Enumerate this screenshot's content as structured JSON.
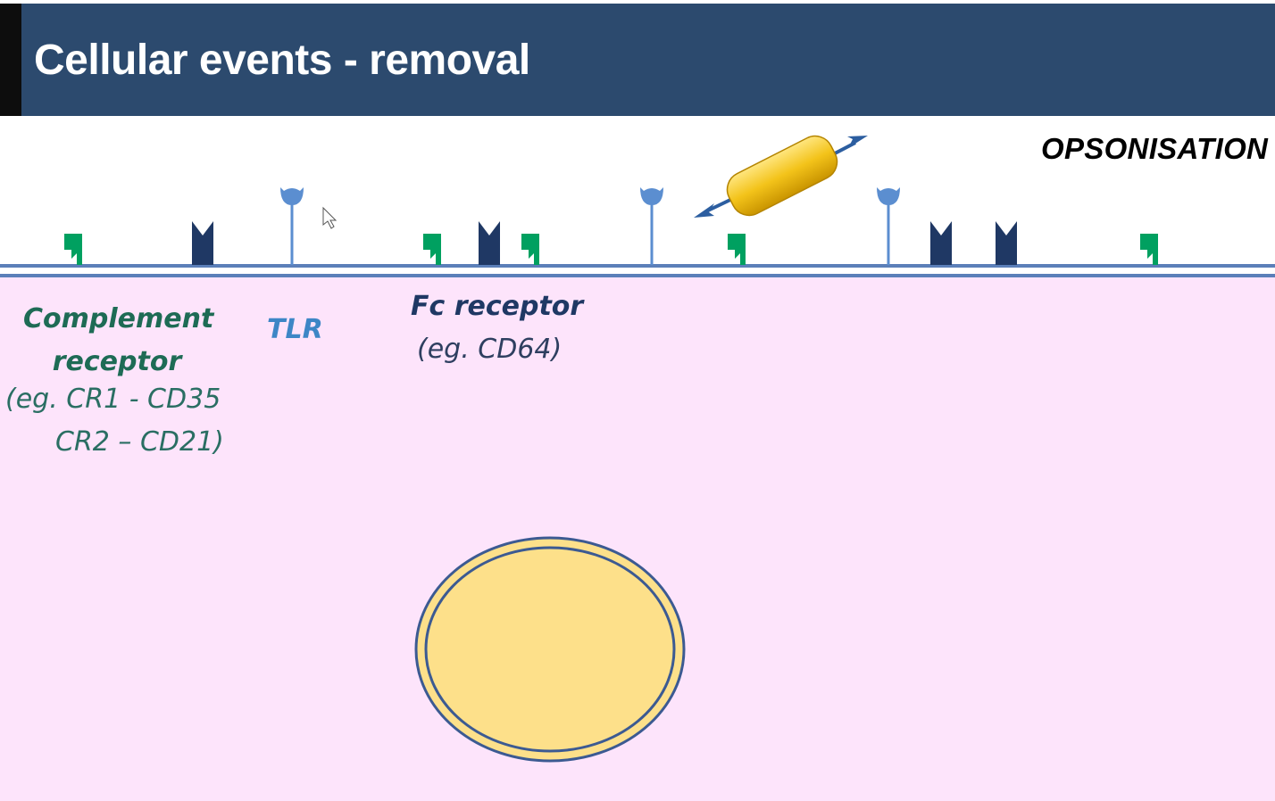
{
  "slide": {
    "title": "Cellular events - removal",
    "process_label": "OPSONISATION"
  },
  "labels": {
    "complement_receptor": "Complement receptor",
    "complement_examples_line1": "(eg. CR1 - CD35",
    "complement_examples_line2": "CR2 – CD21)",
    "tlr": "TLR",
    "fc_receptor": "Fc receptor",
    "fc_example": "(eg. CD64)"
  },
  "colors": {
    "title_bar": "#2c4a6e",
    "cytoplasm": "#fde4fb",
    "membrane": "#5b7fb9",
    "complement_receptor": "#00a060",
    "fc_receptor": "#1f3864",
    "tlr": "#5b8ed0",
    "pathogen": "#f3c31a",
    "nucleus_fill": "#fde08a",
    "nucleus_border": "#3c5a92"
  }
}
